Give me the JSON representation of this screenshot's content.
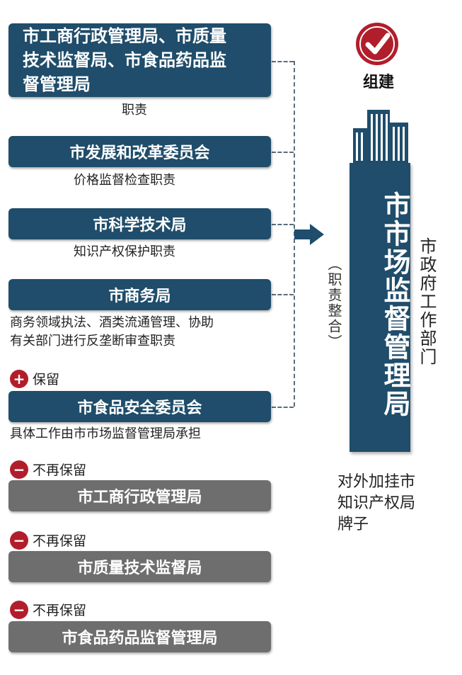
{
  "blocks": [
    {
      "title": "市工商行政管理局、市质量\n技术监督局、市食品药品监\n督管理局",
      "sub": "职责"
    },
    {
      "title": "市发展和改革委员会",
      "sub": "价格监督检查职责"
    },
    {
      "title": "市科学技术局",
      "sub": "知识产权保护职责"
    },
    {
      "title": "市商务局",
      "sub": "商务领域执法、酒类流通管理、协助\n有关部门进行反垄断审查职责"
    },
    {
      "title": "市食品安全委员会",
      "sub": "具体工作由市市场监督管理局承担"
    }
  ],
  "retain": {
    "label": "保留",
    "symbol": "+"
  },
  "removed": {
    "label": "不再保留",
    "symbol": "−",
    "items": [
      "市工商行政管理局",
      "市质量技术监督局",
      "市食品药品监督管理局"
    ]
  },
  "merge_label": "（职责整合）",
  "new_agency": {
    "name": "市市场监督管理局",
    "action": "组建",
    "type": "市政府工作部门",
    "note": "对外加挂市\n知识产权局\n牌子"
  },
  "colors": {
    "blue": "#1f4d6b",
    "gray": "#6e6e6e",
    "red": "#b11e2b"
  }
}
